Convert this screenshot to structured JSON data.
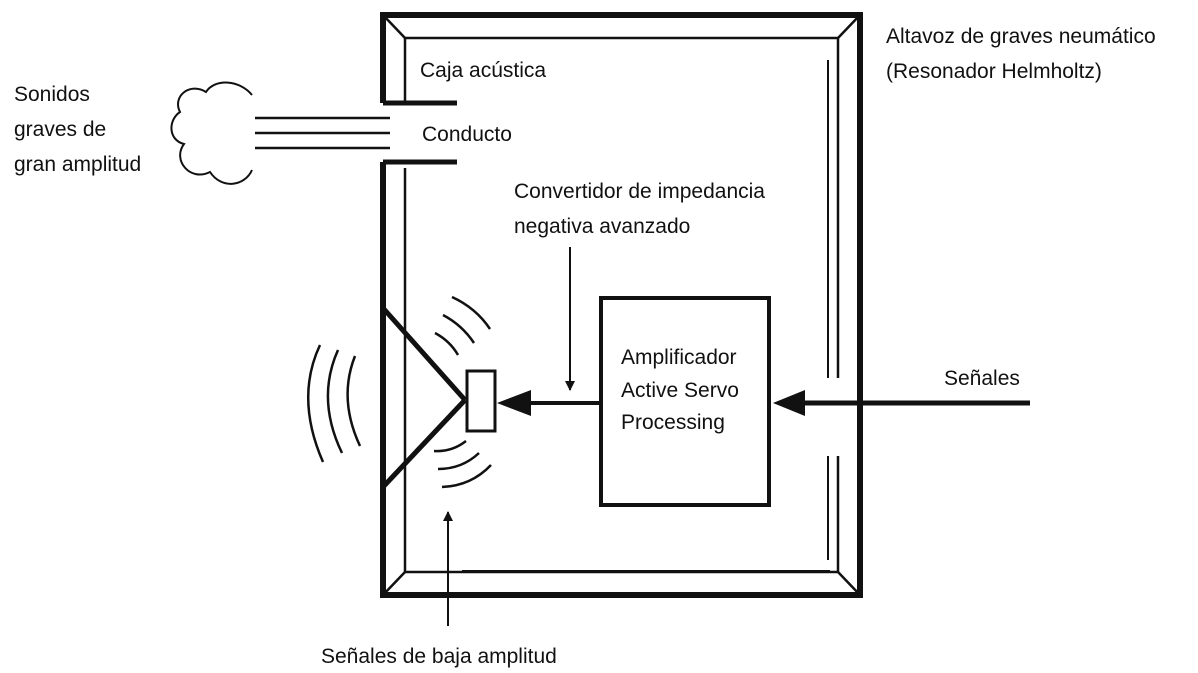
{
  "labels": {
    "caja_acustica": "Caja acústica",
    "altavoz_line1": "Altavoz de graves neumático",
    "altavoz_line2": "(Resonador Helmholtz)",
    "sonidos_line1": "Sonidos",
    "sonidos_line2": "graves de",
    "sonidos_line3": "gran amplitud",
    "conducto": "Conducto",
    "convertidor_line1": "Convertidor de impedancia",
    "convertidor_line2": "negativa avanzado",
    "amplificador_line1": "Amplificador",
    "amplificador_line2": "Active Servo",
    "amplificador_line3": "Processing",
    "senales": "Señales",
    "senales_baja": "Señales de baja amplitud"
  }
}
